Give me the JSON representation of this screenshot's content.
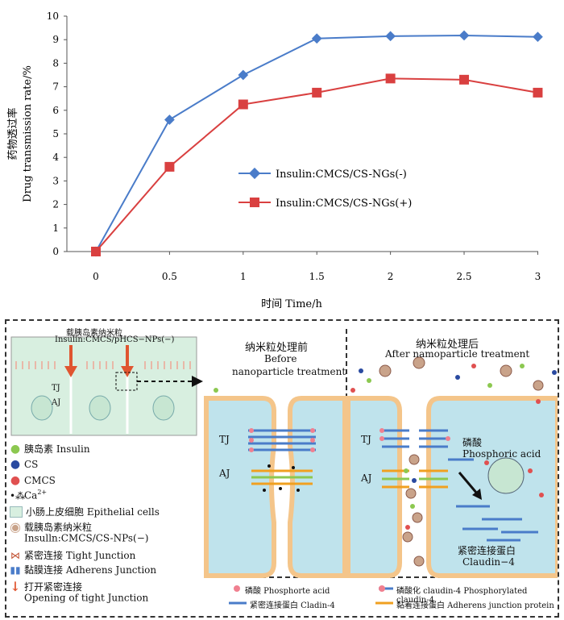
{
  "chart_data": {
    "type": "line",
    "x": [
      0,
      0.5,
      1,
      1.5,
      2,
      2.5,
      3
    ],
    "xticks": [
      "0",
      "0.5",
      "1",
      "1.5",
      "2",
      "2.5",
      "3"
    ],
    "yticks": [
      "0",
      "1",
      "2",
      "3",
      "4",
      "5",
      "6",
      "7",
      "8",
      "9",
      "10"
    ],
    "ylim": [
      0,
      10
    ],
    "xlabel": "时间 Time/h",
    "ylabel_cn": "药物透过率",
    "ylabel_en": "Drug transmission rate/%",
    "legend_position": "center-right",
    "series": [
      {
        "name": "Insulin:CMCS/CS-NGs(-)",
        "color": "#4a7cc9",
        "marker": "diamond",
        "values": [
          0,
          5.6,
          7.5,
          9.05,
          9.15,
          9.18,
          9.12
        ]
      },
      {
        "name": "Insulin:CMCS/CS-NGs(+)",
        "color": "#d94040",
        "marker": "square",
        "values": [
          0,
          3.6,
          6.25,
          6.75,
          7.35,
          7.3,
          6.75
        ]
      }
    ]
  },
  "diagram": {
    "left": {
      "carrier_label_cn": "载胰岛素纳米粒",
      "carrier_label_en": "Insulin:CMCS/pHCS−NPs(−)",
      "tj": "TJ",
      "aj": "AJ",
      "legend": [
        {
          "icon": "green-dot",
          "text": "胰岛素 Insulin"
        },
        {
          "icon": "blue-dot",
          "text": "CS"
        },
        {
          "icon": "red-dot",
          "text": "CMCS"
        },
        {
          "icon": "black-dot",
          "text": "Ca",
          "sup": "2+"
        },
        {
          "icon": "cell-box",
          "text": "小肠上皮细胞 Epithelial cells"
        },
        {
          "icon": "nanoparticle",
          "text": "载胰岛素纳米粒"
        },
        {
          "icon": "none",
          "text": "Insulln:CMCS/CS-NPs(−)"
        },
        {
          "icon": "tight-junction",
          "text": "紧密连接 Tight Junction"
        },
        {
          "icon": "adherens-junction",
          "text": "黏膜连接 Adherens Junction"
        },
        {
          "icon": "arrow-down",
          "text": "打开紧密连接"
        },
        {
          "icon": "none",
          "text": "Opening of tight Junction"
        }
      ]
    },
    "before": {
      "title_cn": "纳米粒处理前",
      "title_en1": "Before",
      "title_en2": "nanoparticle treatment",
      "tj": "TJ",
      "aj": "AJ"
    },
    "after": {
      "title_cn": "纳米粒处理后",
      "title_en": "After namoparticle treatment",
      "tj": "TJ",
      "aj": "AJ",
      "phosphoric_cn": "磷酸",
      "phosphoric_en": "Phosphoric acid",
      "claudin_cn": "紧密连接蛋白",
      "claudin_en": "Claudin−4"
    },
    "bottom_legend": [
      {
        "icon": "pink-dot",
        "text": "磷酸 Phosphorte acid"
      },
      {
        "icon": "pink-bar",
        "text": "磷酸化 claudin-4 Phosphorylated claudin-4"
      },
      {
        "icon": "blue-bar",
        "text": "紧密连接蛋白 Cladin-4"
      },
      {
        "icon": "orange-bar",
        "text": "黏着连接蛋白 Adherens junction protein"
      }
    ],
    "colors": {
      "cell": "#bfe3ec",
      "membrane": "#f4c58a",
      "tj_blue": "#4a7cc9",
      "aj_orange": "#f0a020",
      "aj_green": "#8cc850"
    }
  }
}
